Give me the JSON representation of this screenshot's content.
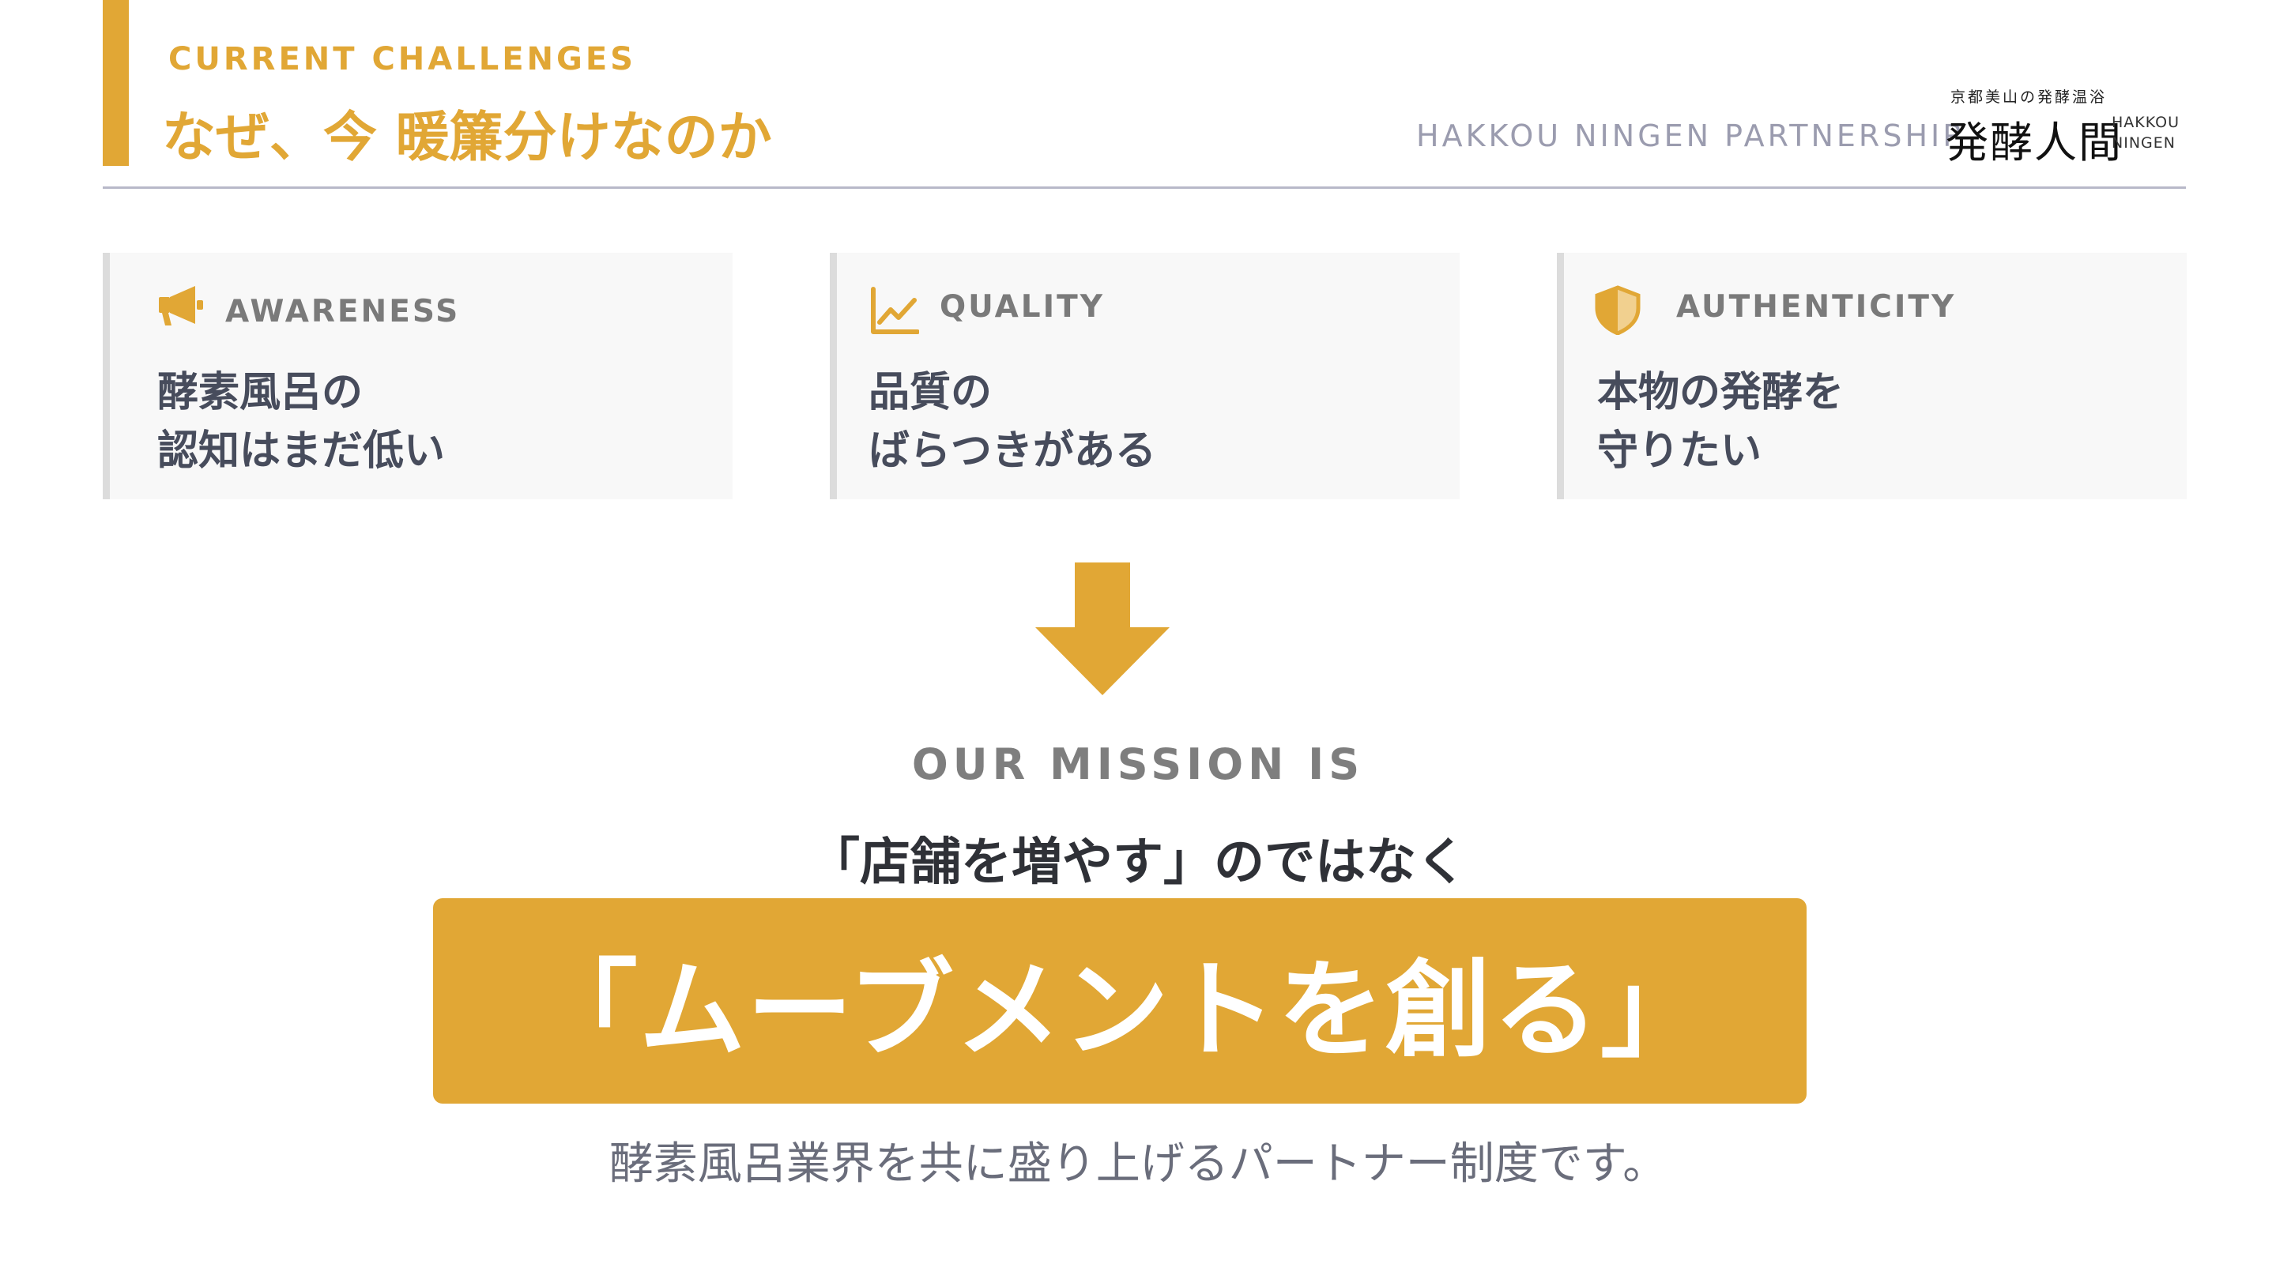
{
  "header": {
    "eyebrow": "CURRENT CHALLENGES",
    "title": "なぜ、今 暖簾分けなのか",
    "partner_label": "HAKKOU NINGEN PARTNERSHIP",
    "logo": {
      "tagline": "京都美山の発酵温浴",
      "name": "発酵人間",
      "en_line1": "HAKKOU",
      "en_line2": "NINGEN"
    }
  },
  "cards": [
    {
      "icon": "megaphone-icon",
      "label": "AWARENESS",
      "lines": [
        "酵素風呂の",
        "認知はまだ低い"
      ]
    },
    {
      "icon": "trend-chart-icon",
      "label": "QUALITY",
      "lines": [
        "品質の",
        "ばらつきがある"
      ]
    },
    {
      "icon": "shield-icon",
      "label": "AUTHENTICITY",
      "lines": [
        "本物の発酵を",
        "守りたい"
      ]
    }
  ],
  "arrow_icon": "down-arrow-icon",
  "mission": {
    "label": "OUR MISSION IS",
    "not_text": "「店舗を増やす」のではなく",
    "statement": "「ムーブメントを創る」",
    "tagline": "酵素風呂業界を共に盛り上げるパートナー制度です。"
  },
  "colors": {
    "accent": "#e1a735",
    "card_background": "#f8f8f8",
    "card_border": "#dcdcdc",
    "muted_text": "#7e7e7e",
    "dark_text": "#2f3137",
    "rule": "#b8b9c9"
  }
}
